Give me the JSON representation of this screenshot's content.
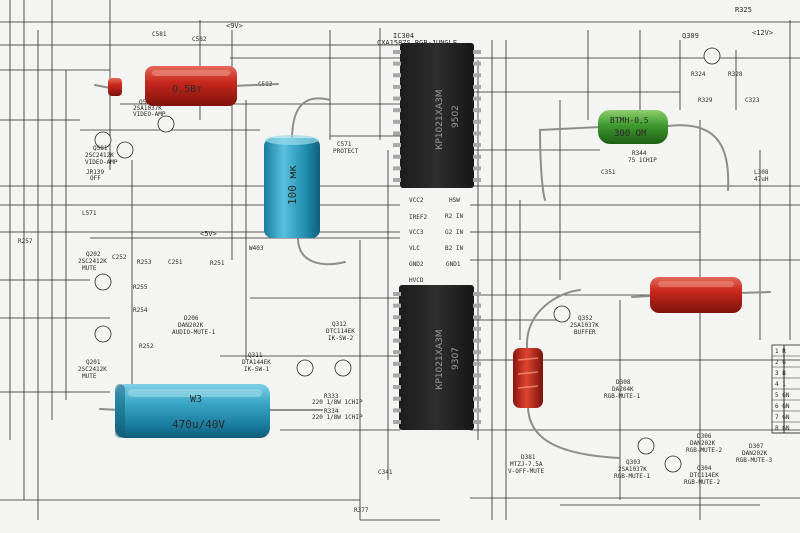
{
  "photo": {
    "ic_top": {
      "header": "IC304",
      "header2": "CXA1587S RGB-JUNGLE",
      "marking": "КР1021ХА3М",
      "code": "9502"
    },
    "ic_bottom": {
      "marking": "КР1021ХА3М",
      "code": "9307"
    },
    "cap_small": {
      "marking": "100 мк"
    },
    "cap_large": {
      "marking_top": "W3",
      "marking": "470u/40V"
    },
    "resistor_green": {
      "marking_top": "ВТМН-0,5",
      "marking": "300 ОМ"
    },
    "resistor_red_top": {
      "marking": "О,5Вт"
    },
    "labels": {
      "r325": "R325",
      "v12": "<12V>",
      "v9": "<9V>",
      "v5": "<5V>",
      "c581": "C581",
      "c582": "C582",
      "c583": "C583",
      "q582": "Q582",
      "q582_part": "2SA1037K",
      "q582_fn": "VIDEO-AMP",
      "q581": "Q581",
      "q581_part": "2SC2412K",
      "q581_fn": "VIDEO-AMP",
      "jr139": "JR139",
      "jr139_v": "OFF",
      "c571": "C571",
      "c571_fn": "PROTECT",
      "q309": "Q309",
      "r324": "R324",
      "r328": "R328",
      "r329": "R329",
      "c323": "C323",
      "r344": "R344",
      "r344_v": "75 1CHIP",
      "c351": "C351",
      "l308": "L308",
      "l308_v": "47uH",
      "pin_vcc2": "VCC2",
      "pin_iref2": "IREF2",
      "pin_vcc3": "VCC3",
      "pin_vlc": "VLC",
      "pin_gnd2": "GND2",
      "pin_hvcd": "HVCD",
      "pin_hsw": "HSW",
      "pin_r2": "R2 IN",
      "pin_g2": "G2 IN",
      "pin_b2": "B2 IN",
      "pin_gnd1": "GND1",
      "q202": "Q202",
      "q202_part": "2SC2412K",
      "q202_fn": "MUTE",
      "q201": "Q201",
      "q201_part": "2SC2412K",
      "q201_fn": "MUTE",
      "d206": "D206",
      "d206_part": "DAN202K",
      "d206_fn": "AUDIO-MUTE-1",
      "q311": "Q311",
      "q311_part": "DTA144EK",
      "q311_fn": "IK-SW-1",
      "q312": "Q312",
      "q312_part": "DTC114EK",
      "q312_fn": "IK-SW-2",
      "r333": "R333",
      "r333_v": "220 1/8W 1CHIP",
      "r334": "R334",
      "r334_v": "220 1/8W 1CHIP",
      "q352": "Q352",
      "q352_part": "2SA1037K",
      "q352_fn": "BUFFER",
      "d308": "D308",
      "d308_part": "DA204K",
      "d308_fn": "RGB-MUTE-1",
      "d306": "D306",
      "d306_part": "DAN202K",
      "d306_fn": "RGB-MUTE-2",
      "d307": "D307",
      "d307_part": "DAN202K",
      "d307_fn": "RGB-MUTE-3",
      "q303": "Q303",
      "q303_part": "2SA1037K",
      "q303_fn": "RGB-MUTE-1",
      "q304": "Q304",
      "q304_part": "DTC114EK",
      "q304_fn": "RGB-MUTE-2",
      "d381": "D381",
      "d381_part": "MTZJ-7.5A",
      "d381_fn": "V-OFF-MUTE",
      "c341": "C341",
      "r377": "R377",
      "r257": "R257",
      "l571": "L571",
      "w403": "W403",
      "r251": "R251",
      "r252": "R252",
      "r253": "R253",
      "r254": "R254",
      "r255": "R255",
      "c251": "C251",
      "c252": "C252"
    },
    "connector": [
      "1 R",
      "2 G",
      "3 B",
      "4 1",
      "5 GN",
      "6 GN",
      "7 GN",
      "8 GN"
    ]
  }
}
